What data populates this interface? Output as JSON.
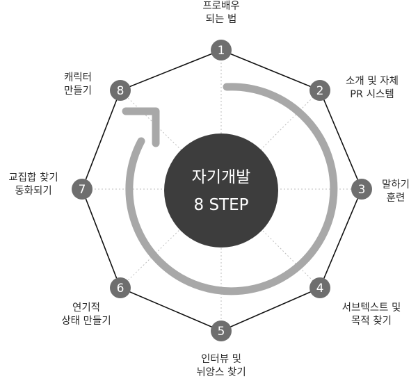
{
  "center": {
    "line1": "자기개발",
    "line2": "8 STEP"
  },
  "steps": [
    {
      "number": "1",
      "line1": "프로배우",
      "line2": "되는 법"
    },
    {
      "number": "2",
      "line1": "소개 및 자체",
      "line2": "PR 시스템"
    },
    {
      "number": "3",
      "line1": "말하기",
      "line2": "훈련"
    },
    {
      "number": "4",
      "line1": "서브텍스트 및",
      "line2": "목적 찾기"
    },
    {
      "number": "5",
      "line1": "인터뷰 및",
      "line2": "뉘앙스 찾기"
    },
    {
      "number": "6",
      "line1": "연기적",
      "line2": "상태 만들기"
    },
    {
      "number": "7",
      "line1": "교집합 찾기",
      "line2": "동화되기"
    },
    {
      "number": "8",
      "line1": "캐릭터",
      "line2": "만들기"
    }
  ],
  "colors": {
    "node": "#6e6e6e",
    "center": "#3d3d3d",
    "arrow": "#a8a8a8",
    "outline": "#111111",
    "spokes": "#bdbdbd"
  }
}
